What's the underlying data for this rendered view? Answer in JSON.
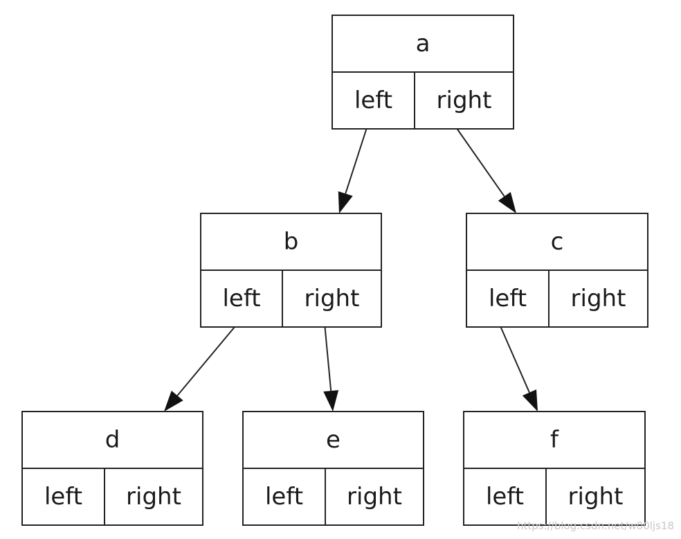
{
  "port_labels": {
    "left": "left",
    "right": "right"
  },
  "nodes": [
    {
      "id": "a",
      "label": "a"
    },
    {
      "id": "b",
      "label": "b"
    },
    {
      "id": "c",
      "label": "c"
    },
    {
      "id": "d",
      "label": "d"
    },
    {
      "id": "e",
      "label": "e"
    },
    {
      "id": "f",
      "label": "f"
    }
  ],
  "edges": [
    {
      "from": "a",
      "port": "left",
      "to": "b"
    },
    {
      "from": "a",
      "port": "right",
      "to": "c"
    },
    {
      "from": "b",
      "port": "left",
      "to": "d"
    },
    {
      "from": "b",
      "port": "right",
      "to": "e"
    },
    {
      "from": "c",
      "port": "left",
      "to": "f"
    }
  ],
  "watermark": "https://blog.csdn.net/w00ljs18",
  "colors": {
    "stroke": "#222222",
    "text": "#1a1a1a",
    "background": "#ffffff"
  }
}
